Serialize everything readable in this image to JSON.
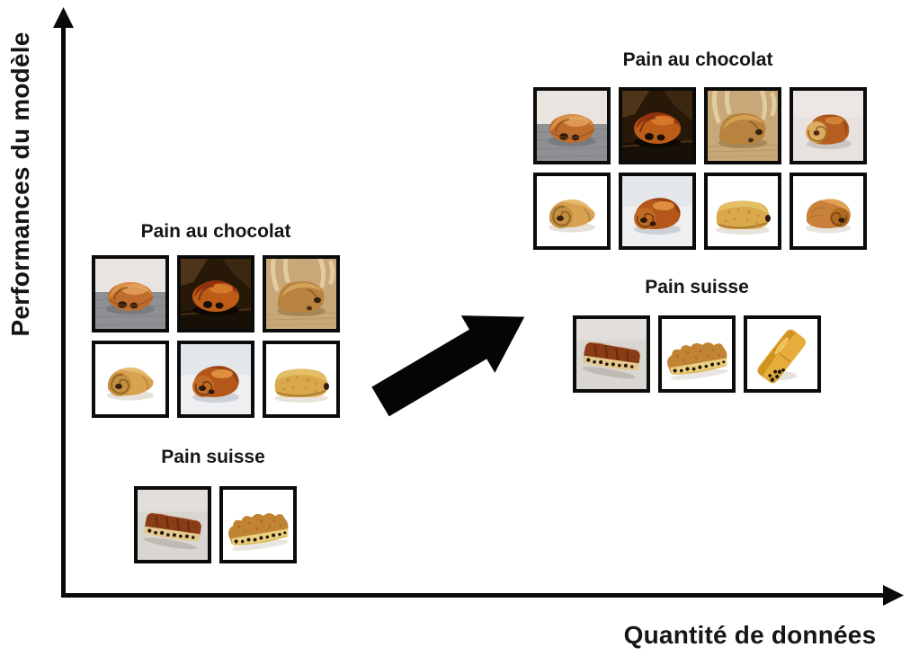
{
  "diagram": {
    "y_axis_label": "Performances du modèle",
    "x_axis_label": "Quantité de données",
    "arrow_icon": "block-arrow-up-right"
  },
  "small_data": {
    "pain_au_chocolat": {
      "label": "Pain au chocolat",
      "images": [
        {
          "variant": "pac-grey-slate",
          "name": "pain au chocolat on grey slate table"
        },
        {
          "variant": "pac-dark-rustic",
          "name": "pain au chocolat on dark rustic wood"
        },
        {
          "variant": "pac-beige-straw",
          "name": "pain au chocolat on beige straw mat"
        },
        {
          "variant": "pac-white-swirl",
          "name": "pain au chocolat swirl on white background"
        },
        {
          "variant": "pac-grey-glossy",
          "name": "glazed pain au chocolat on light grey background"
        },
        {
          "variant": "pac-white-flat",
          "name": "flat square pain au chocolat on white background"
        }
      ]
    },
    "pain_suisse": {
      "label": "Pain suisse",
      "images": [
        {
          "variant": "ps-dark-glazed",
          "name": "dark glazed pain suisse bar"
        },
        {
          "variant": "ps-golden-chips",
          "name": "golden pain suisse with chocolate chips"
        }
      ]
    }
  },
  "large_data": {
    "pain_au_chocolat": {
      "label": "Pain au chocolat",
      "images": [
        {
          "variant": "pac-grey-slate",
          "name": "pain au chocolat on grey slate table"
        },
        {
          "variant": "pac-dark-rustic",
          "name": "pain au chocolat on dark rustic wood"
        },
        {
          "variant": "pac-beige-straw",
          "name": "pain au chocolat on beige straw mat"
        },
        {
          "variant": "pac-brioche-grey",
          "name": "round brioche pain au chocolat on grey background"
        },
        {
          "variant": "pac-white-swirl",
          "name": "pain au chocolat swirl on white background"
        },
        {
          "variant": "pac-grey-glossy",
          "name": "glazed pain au chocolat on light grey background"
        },
        {
          "variant": "pac-white-flat",
          "name": "flat square pain au chocolat on white background"
        },
        {
          "variant": "pac-white-round",
          "name": "round pain au chocolat on white background"
        }
      ]
    },
    "pain_suisse": {
      "label": "Pain suisse",
      "images": [
        {
          "variant": "ps-dark-glazed",
          "name": "dark glazed pain suisse bar"
        },
        {
          "variant": "ps-golden-chips",
          "name": "golden pain suisse with chocolate chips"
        },
        {
          "variant": "ps-yellow-angle",
          "name": "yellow pain suisse at an angle"
        }
      ]
    }
  }
}
